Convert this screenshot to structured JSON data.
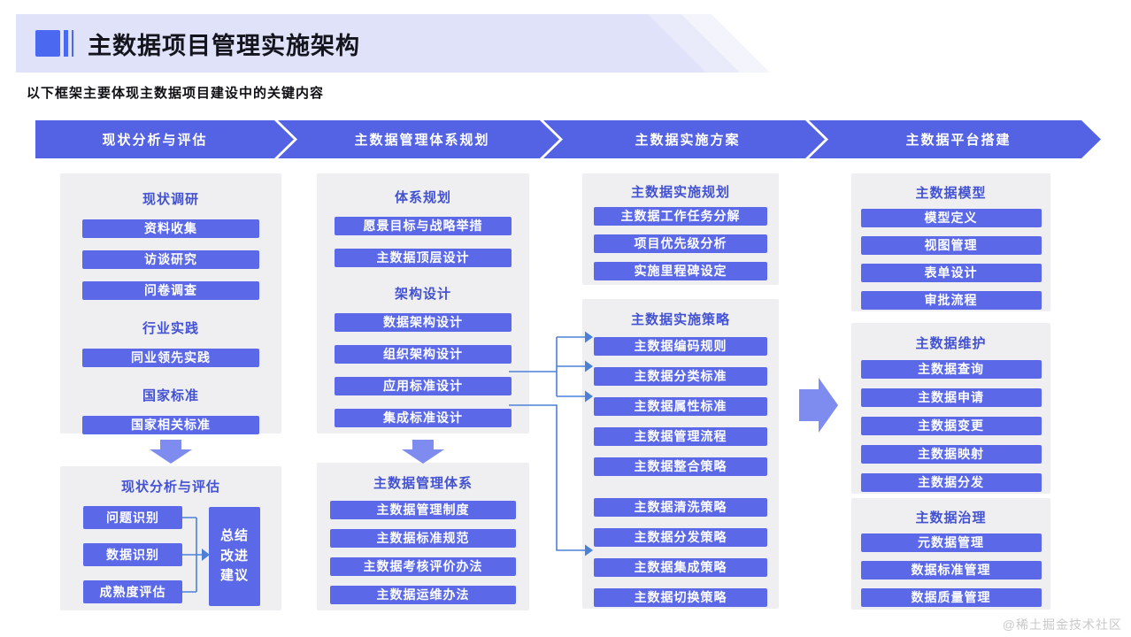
{
  "page": {
    "title": "主数据项目管理实施架构",
    "subtitle": "以下框架主要体现主数据项目建设中的关键内容",
    "watermark": "@稀土掘金技术社区"
  },
  "colors": {
    "accent": "#5463e4",
    "box": "#5b69e8",
    "header_text": "#4352d2",
    "panel_bg": "#efeff1",
    "banner_bg": "#dfe2f8",
    "flow_arrow": "#7e8cf0",
    "connector": "#4c80d8",
    "title_icon": "#4a68f0",
    "watermark": "#c8c8c8"
  },
  "phases": [
    "现状分析与评估",
    "主数据管理体系规划",
    "主数据实施方案",
    "主数据平台搭建"
  ],
  "panels": [
    {
      "id": "p1a",
      "groups": [
        {
          "header": "现状调研",
          "items": [
            "资料收集",
            "访谈研究",
            "问卷调查"
          ]
        },
        {
          "header": "行业实践",
          "items": [
            "同业领先实践"
          ]
        },
        {
          "header": "国家标准",
          "items": [
            "国家相关标准"
          ]
        }
      ]
    },
    {
      "id": "p2a",
      "groups": [
        {
          "header": "体系规划",
          "items": [
            "愿景目标与战略举措",
            "主数据顶层设计"
          ]
        },
        {
          "header": "架构设计",
          "items": [
            "数据架构设计",
            "组织架构设计",
            "应用标准设计",
            "集成标准设计"
          ]
        }
      ]
    },
    {
      "id": "p2b",
      "groups": [
        {
          "header": "主数据管理体系",
          "items": [
            "主数据管理制度",
            "主数据标准规范",
            "主数据考核评价办法",
            "主数据运维办法"
          ]
        }
      ]
    },
    {
      "id": "p3a",
      "groups": [
        {
          "header": "主数据实施规划",
          "items": [
            "主数据工作任务分解",
            "项目优先级分析",
            "实施里程碑设定"
          ]
        }
      ]
    },
    {
      "id": "p3b",
      "groups": [
        {
          "header": "主数据实施策略",
          "items": [
            "主数据编码规则",
            "主数据分类标准",
            "主数据属性标准",
            "主数据管理流程",
            "主数据整合策略",
            "主数据清洗策略",
            "主数据分发策略",
            "主数据集成策略",
            "主数据切换策略"
          ]
        }
      ]
    },
    {
      "id": "p4a",
      "groups": [
        {
          "header": "主数据模型",
          "items": [
            "模型定义",
            "视图管理",
            "表单设计",
            "审批流程"
          ]
        }
      ]
    },
    {
      "id": "p4b",
      "groups": [
        {
          "header": "主数据维护",
          "items": [
            "主数据查询",
            "主数据申请",
            "主数据变更",
            "主数据映射",
            "主数据分发"
          ]
        }
      ]
    },
    {
      "id": "p4c",
      "groups": [
        {
          "header": "主数据治理",
          "items": [
            "元数据管理",
            "数据标准管理",
            "数据质量管理"
          ]
        }
      ]
    }
  ],
  "assessment": {
    "header": "现状分析与评估",
    "items": [
      "问题识别",
      "数据识别",
      "成熟度评估"
    ],
    "summary": "总结改进建议"
  }
}
